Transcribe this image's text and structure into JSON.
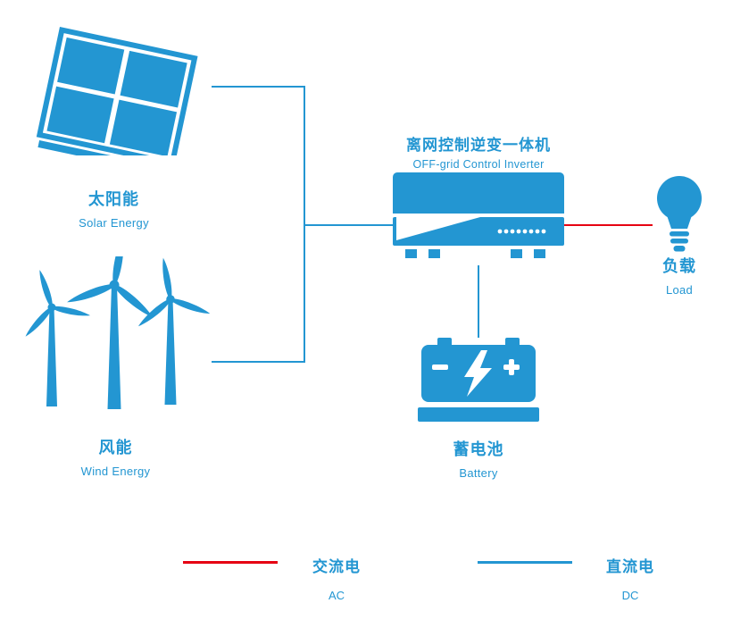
{
  "colors": {
    "primary": "#2396d2",
    "ac_red": "#e60012"
  },
  "nodes": {
    "solar": {
      "title": "太阳能",
      "subtitle": "Solar Energy"
    },
    "wind": {
      "title": "风能",
      "subtitle": "Wind Energy"
    },
    "inverter": {
      "title": "离网控制逆变一体机",
      "subtitle": "OFF-grid Control Inverter"
    },
    "battery": {
      "title": "蓄电池",
      "subtitle": "Battery"
    },
    "load": {
      "title": "负载",
      "subtitle": "Load"
    }
  },
  "legend": {
    "ac": {
      "label": "交流电",
      "abbr": "AC"
    },
    "dc": {
      "label": "直流电",
      "abbr": "DC"
    }
  }
}
